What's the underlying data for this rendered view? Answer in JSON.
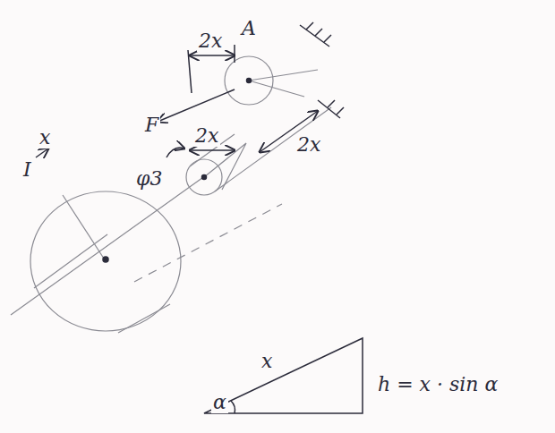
{
  "diagram": {
    "labels": [
      "A",
      "F",
      "2x",
      "2x",
      "2x",
      "φ3",
      "x",
      "I",
      "x",
      "α",
      "h = x · sin α"
    ]
  }
}
